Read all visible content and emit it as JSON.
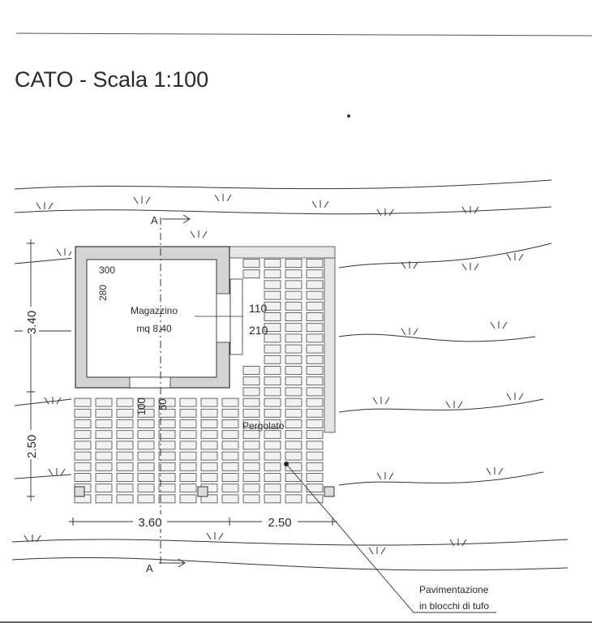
{
  "title": "CATO - Scala 1:100",
  "section_marker": {
    "top": "A",
    "bottom": "A"
  },
  "room": {
    "name": "Magazzino",
    "area": "mq 8.40",
    "width": "300",
    "depth": "280"
  },
  "door_side": {
    "width": "110",
    "height": "210"
  },
  "door_front": {
    "width": "100",
    "height": "50"
  },
  "pergola_label": "Pergolato",
  "dimensions": {
    "vertical": [
      "3.40",
      "2.50"
    ],
    "horizontal": [
      "3.60",
      "2.50"
    ]
  },
  "callout": {
    "line1": "Pavimentazione",
    "line2": "in blocchi di tufo"
  },
  "colors": {
    "ink": "#2a2a2a",
    "wall_fill": "#d4d4d4",
    "brick_fill": "#f2f2f2"
  }
}
